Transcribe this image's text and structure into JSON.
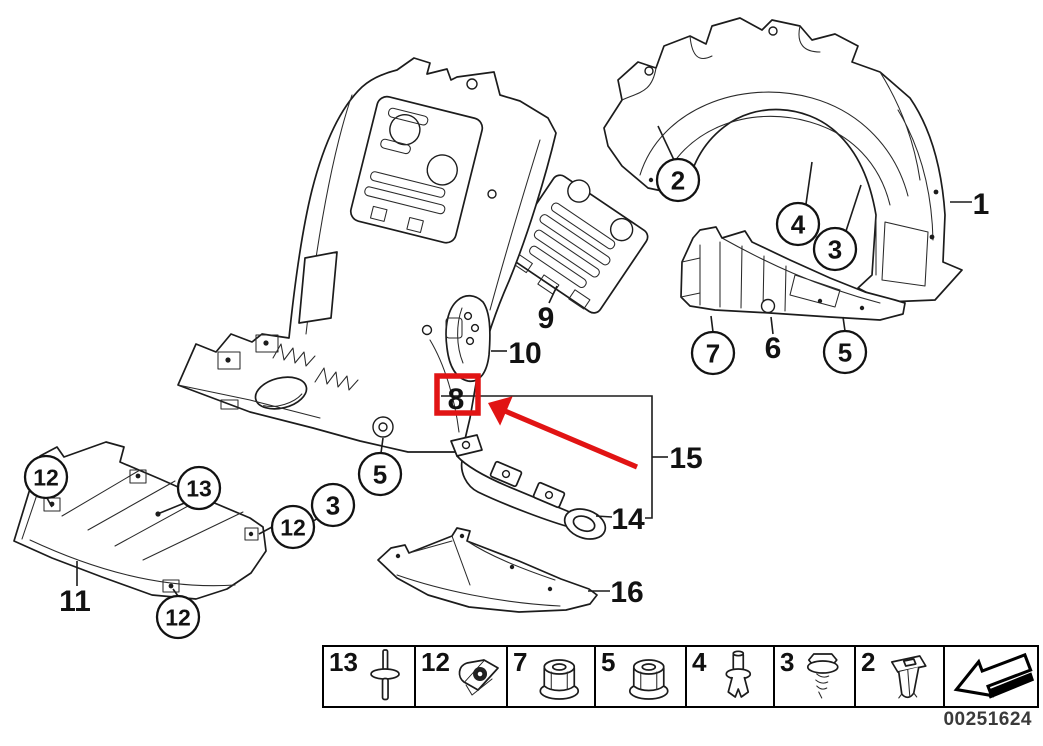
{
  "diagram": {
    "document_number": "00251624",
    "highlight_color": "#e11414",
    "callouts": {
      "circled": {
        "c2": "2",
        "c4": "4",
        "c3_top": "3",
        "c7": "7",
        "c5_right": "5",
        "c12_left": "12",
        "c13": "13",
        "c12_mid": "12",
        "c3_left": "3",
        "c5_mid": "5",
        "c12_bottom": "12"
      },
      "plain": {
        "c1": "1",
        "c6": "6",
        "c9": "9",
        "c10": "10",
        "c11": "11",
        "c14": "14",
        "c15": "15",
        "c16": "16"
      },
      "highlighted": {
        "c8": "8"
      }
    },
    "legend": {
      "cells": [
        {
          "number": "13",
          "icon": "push-pin-rivet-icon"
        },
        {
          "number": "12",
          "icon": "clip-nut-icon"
        },
        {
          "number": "7",
          "icon": "flange-nut-icon"
        },
        {
          "number": "5",
          "icon": "flange-nut-icon"
        },
        {
          "number": "4",
          "icon": "expansion-rivet-icon"
        },
        {
          "number": "3",
          "icon": "self-tapping-screw-icon"
        },
        {
          "number": "2",
          "icon": "expanding-nut-icon"
        },
        {
          "number": "",
          "icon": "back-arrow-icon"
        }
      ]
    }
  }
}
